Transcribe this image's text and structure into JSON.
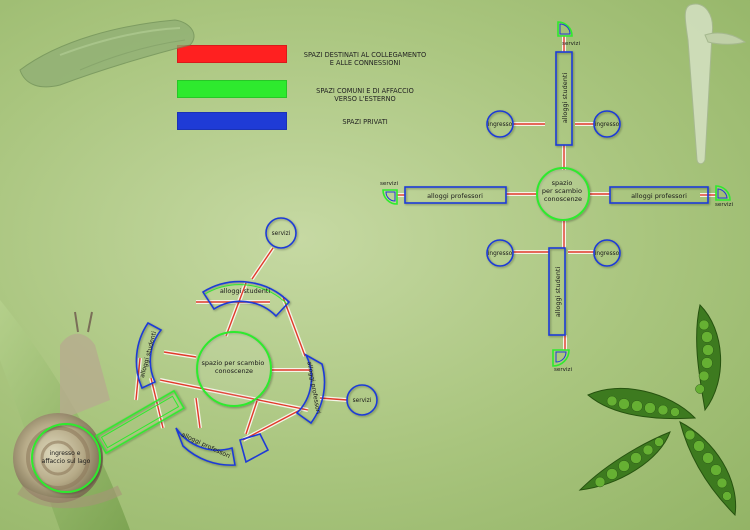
{
  "colors": {
    "connections": "#ff2020",
    "common_spaces": "#2eea2e",
    "private_spaces": "#1f3bd6",
    "background": "#a9c57e"
  },
  "legend": [
    {
      "label": "SPAZI DESTINATI AL COLLEGAMENTO\nE ALLE CONNESSIONI",
      "color_key": "connections"
    },
    {
      "label": "SPAZI COMUNI E DI AFFACCIO\nVERSO L'ESTERNO",
      "color_key": "common_spaces"
    },
    {
      "label": "SPAZI PRIVATI",
      "color_key": "private_spaces"
    }
  ],
  "cross_diagram": {
    "center": "spazio\nper scambio\nconoscenze",
    "top_arm": "alloggi studenti",
    "bottom_arm": "alloggi studenti",
    "left_arm": "alloggi professori",
    "right_arm": "alloggi professori",
    "servizi": [
      "servizi",
      "servizi",
      "servizi",
      "servizi"
    ],
    "ingresso": [
      "ingresso",
      "ingresso",
      "ingresso",
      "ingresso"
    ]
  },
  "radial_diagram": {
    "center": "spazio per scambio\nconoscenze",
    "arc_top": "alloggi studenti",
    "arc_left": "alloggi studenti",
    "arc_right": "alloggi professori",
    "arc_bottom": "alloggi professori",
    "servizi_top": "servizi",
    "servizi_right": "servizi",
    "entry": "ingresso e\naffaccio sul lago"
  },
  "decorations": [
    "shell-image",
    "seed-pod-image",
    "snail-image",
    "pea-pods-image"
  ]
}
